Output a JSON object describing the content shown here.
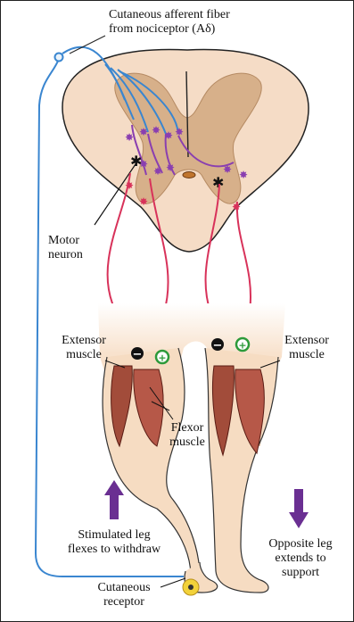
{
  "labels": {
    "afferent_line1": "Cutaneous afferent fiber",
    "afferent_line2": "from nociceptor (Aδ)",
    "motor_line1": "Motor",
    "motor_line2": "neuron",
    "extensor_left_line1": "Extensor",
    "extensor_left_line2": "muscle",
    "extensor_right_line1": "Extensor",
    "extensor_right_line2": "muscle",
    "flexor_line1": "Flexor",
    "flexor_line2": "muscle",
    "stimulated_line1": "Stimulated leg",
    "stimulated_line2": "flexes to withdraw",
    "opposite_line1": "Opposite leg",
    "opposite_line2": "extends to",
    "opposite_line3": "support",
    "receptor_line1": "Cutaneous",
    "receptor_line2": "receptor"
  },
  "symbols": {
    "inhibit": "−",
    "excite": "+"
  },
  "colors": {
    "afferent_fiber": "#3a86d0",
    "motor_fiber": "#d8325a",
    "interneuron": "#8a3fb0",
    "grey_matter": "#d7b08a",
    "white_matter": "#f5dcc6",
    "skin": "#f6dcc2",
    "muscle": "#a24c3a",
    "arrow": "#6a2f92"
  }
}
